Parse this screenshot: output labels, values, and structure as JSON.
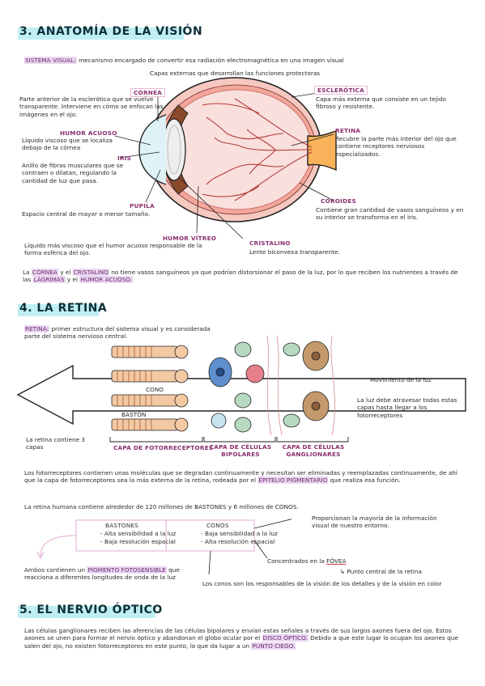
{
  "sections": {
    "s3": "3. ANATOMÍA DE LA VISIÓN",
    "s4": "4. LA RETINA",
    "s5": "5. EL NERVIO ÓPTICO"
  },
  "anatomy": {
    "intro_term": "SISTEMA VISUAL:",
    "intro_text": "mecanismo encargado de convertir esa radiación electromagnética en una imagen visual",
    "outer_layers": "Capas externas que desarrollan las funciones protectoras",
    "cornea_label": "CÓRNEA",
    "cornea_text": "Parte anterior de la esclerótica que se vuelve transparente. Interviene en cómo se enfocan las imágenes en el ojo.",
    "humor_acuoso_label": "HUMOR ACUOSO",
    "humor_acuoso_text": "Líquido viscoso que se localiza debajo de la córnea",
    "iris_label": "IRIS",
    "iris_text": "Anillo de fibras musculares que se contraen o dilatan, regulando la cantidad de luz que pasa.",
    "pupila_label": "PUPILA",
    "pupila_text": "Espacio central de mayor o menor tamaño.",
    "humor_vitreo_label": "HUMOR VÍTREO",
    "humor_vitreo_text": "Líquido más viscoso que el humor acuoso responsable de la forma esférica del ojo.",
    "cristalino_label": "CRISTALINO",
    "cristalino_text": "Lente biconvexa transparente.",
    "esclerotica_label": "ESCLERÓTICA",
    "esclerotica_text": "Capa más externa que consiste en un tejido fibroso y resistente.",
    "retina_label": "RETINA",
    "retina_text": "Recubre la parte más interior del ojo que contiene receptores nerviosos especializados.",
    "coroides_label": "COROIDES",
    "coroides_text": "Contiene gran cantidad de vasos sanguíneos y en su interior se transforma en el iris.",
    "note_a": "La",
    "note_cornea": "CÓRNEA",
    "note_b": "y el",
    "note_cristalino": "CRISTALINO",
    "note_c": "no tiene vasos sanguíneos ya que podrían distorsionar el paso de la luz, por lo que reciben los nutrientes a través de las",
    "note_lagrimas": "LÁGRIMAS",
    "note_d": "y el",
    "note_humor": "HUMOR ACUOSO."
  },
  "retina": {
    "intro_term": "RETINA:",
    "intro_text": "primer estructura del sistema visual y es considerada parte del sistema nervioso central.",
    "cono": "CONO",
    "baston": "BASTÓN",
    "movimiento": "Movimiento de la luz",
    "debe": "La luz debe atravesar todas estas capas hasta llegar a los fotorreceptores",
    "contiene": "La retina contiene 3 capas",
    "capa1": "CAPA DE FOTORRECEPTORES",
    "capa2": "CAPA DE CÉLULAS BIPOLARES",
    "capa3": "CAPA DE CÉLULAS GANGLIONARES",
    "p1": "Los fotorreceptores contienen unas moléculas que se degradan continuamente y necesitan ser eliminadas y reemplazadas continuamente, de ahí que la capa de fotorreceptores sea la más externa de la retina, rodeada por el",
    "epitelio": "EPITELIO PIGMENTARIO",
    "p1_end": "que realiza esa función.",
    "p2": "La retina humana contiene alrededor de 120 millones de BASTONES y 6 millones de CONOS.",
    "bastones_title": "BASTONES",
    "bastones_1": "- Alta sensibilidad a la luz",
    "bastones_2": "- Baja resolución espacial",
    "conos_title": "CONOS",
    "conos_1": "- Baja sensibilidad a la luz",
    "conos_2": "- Alta resolución espacial",
    "proporcionan": "Proporcionan la mayoría de la información visual de nuestro entorno.",
    "concentrados": "Concentrados en la",
    "fovea": "FÓVEA",
    "punto_central": "Punto central de la retina",
    "ambos": "Ambos contienen un",
    "pigmento": "PIGMENTO FOTOSENSIBLE",
    "ambos_end": "que reacciona a diferentes longitudes de onda de la luz",
    "conos_resp": "Los conos son los responsables de la visión de los detalles y de la visión en color"
  },
  "nervio": {
    "p1": "Las células ganglionares reciben las aferencias de las células bipolares y envían estas señales a través de sus largos axones fuera del ojo. Estos axones se unen para formar el nervio óptico y abandonan el globo ocular por el",
    "disco": "DISCO ÓPTICO.",
    "p2": "Debido a que este lugar lo ocupan los axones que salen del ojo, no existen fotorreceptores en este punto, lo que da lugar a un",
    "punto_ciego": "PUNTO CIEGO."
  }
}
